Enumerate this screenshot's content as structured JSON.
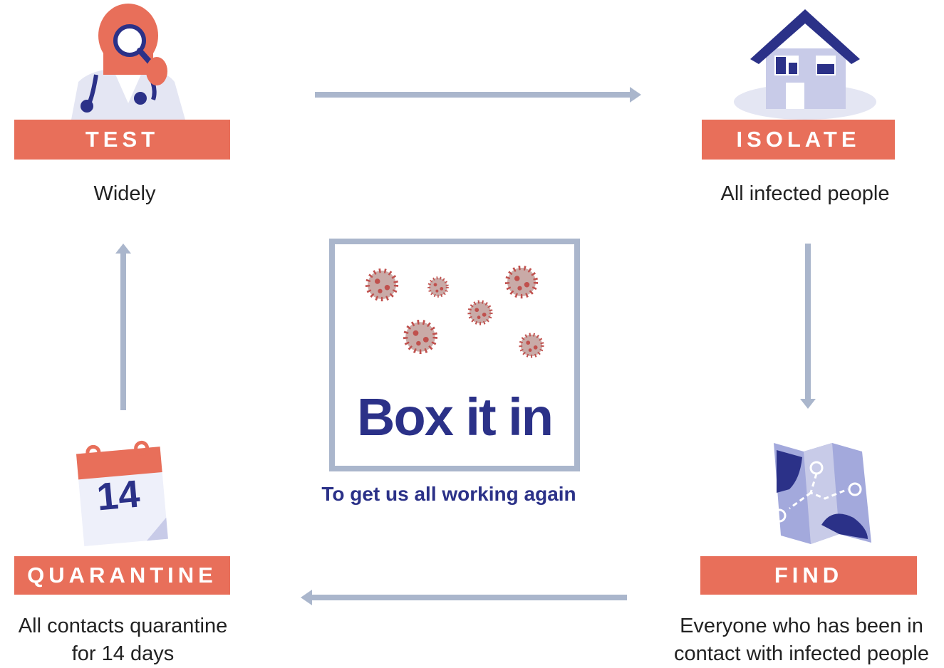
{
  "steps": {
    "test": {
      "label": "TEST",
      "caption": "Widely"
    },
    "isolate": {
      "label": "ISOLATE",
      "caption": "All infected people"
    },
    "find": {
      "label": "FIND",
      "caption_line1": "Everyone who has been in",
      "caption_line2": "contact with infected people"
    },
    "quarantine": {
      "label": "QUARANTINE",
      "caption_line1": "All contacts quarantine",
      "caption_line2": "for 14 days",
      "calendar_number": "14"
    }
  },
  "center": {
    "title": "Box it in",
    "subtitle": "To get us all working again"
  },
  "colors": {
    "banner": "#e86f5a",
    "accent_navy": "#2b3188",
    "arrow": "#aab6cc",
    "icon_light": "#c8cbe8",
    "virus": "#c0504d"
  },
  "icons": [
    "doctor-magnifier-icon",
    "house-icon",
    "map-icon",
    "calendar-icon",
    "virus-icon"
  ]
}
